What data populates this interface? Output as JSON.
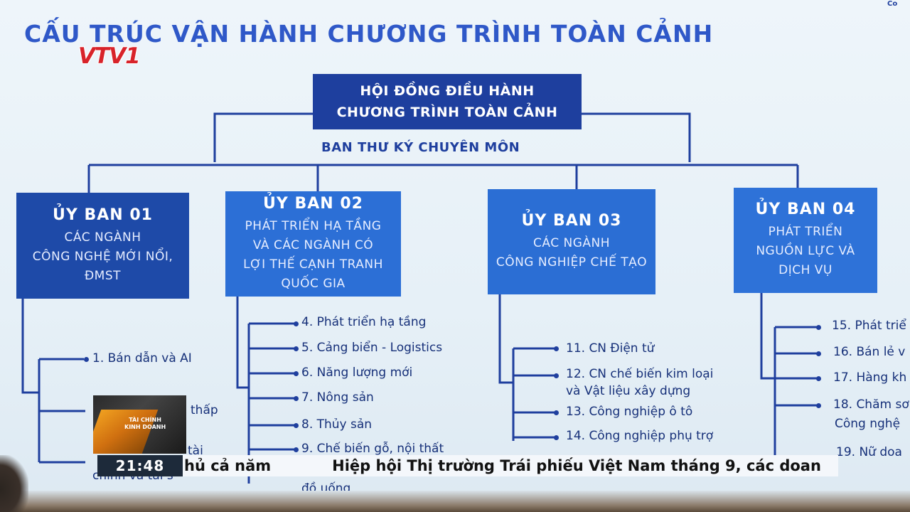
{
  "slide": {
    "title": "CẤU TRÚC VẬN HÀNH CHƯƠNG TRÌNH TOÀN CẢNH",
    "corner_logo": "Co",
    "governing_board": [
      "HỘI ĐỒNG ĐIỀU HÀNH",
      "CHƯƠNG TRÌNH TOÀN CẢNH"
    ],
    "secretariat": "BAN THƯ KÝ CHUYÊN MÔN",
    "committees": [
      {
        "head": "ỦY BAN 01",
        "sub": [
          "CÁC NGÀNH",
          "CÔNG NGHỆ MỚI NỔI,",
          "ĐMST"
        ]
      },
      {
        "head": "ỦY BAN 02",
        "sub": [
          "PHÁT TRIỂN HẠ TẦNG",
          "VÀ CÁC NGÀNH CÓ",
          "LỢI THẾ CẠNH TRANH",
          "QUỐC GIA"
        ]
      },
      {
        "head": "ỦY BAN 03",
        "sub": [
          "CÁC NGÀNH",
          "CÔNG NGHIỆP CHẾ TẠO"
        ]
      },
      {
        "head": "ỦY BAN 04",
        "sub": [
          "PHÁT TRIỂN",
          "NGUỒN LỰC VÀ",
          "DỊCH VỤ"
        ]
      }
    ],
    "items_c1": [
      "1. Bán dẫn và AI",
      "thấp",
      "tài",
      "chính và tài s"
    ],
    "items_c2": [
      "4. Phát triển hạ tầng",
      "5. Cảng biển - Logistics",
      "6. Năng lượng mới",
      "7. Nông sản",
      "8. Thủy sản",
      "9. Chế biến gỗ, nội thất",
      "đồ uống"
    ],
    "items_c3": [
      "11. CN Điện tử",
      "12. CN chế biến kim loại",
      "và Vật liệu xây dựng",
      "13. Công nghiệp ô tô",
      "14. Công nghiệp phụ trợ"
    ],
    "items_c4": [
      "15. Phát triể",
      "16. Bán lẻ v",
      "17. Hàng kh",
      "18. Chăm sơ",
      "Công nghệ",
      "19. Nữ doa"
    ]
  },
  "broadcast": {
    "channel_logo": "VTV1",
    "program_logo": [
      "TÀI CHÍNH",
      "KINH DOANH"
    ],
    "clock": "21:48",
    "ticker_left": "hủ cả năm",
    "ticker_main": "Hiệp hội Thị trường Trái phiếu Việt Nam tháng 9, các doan"
  }
}
